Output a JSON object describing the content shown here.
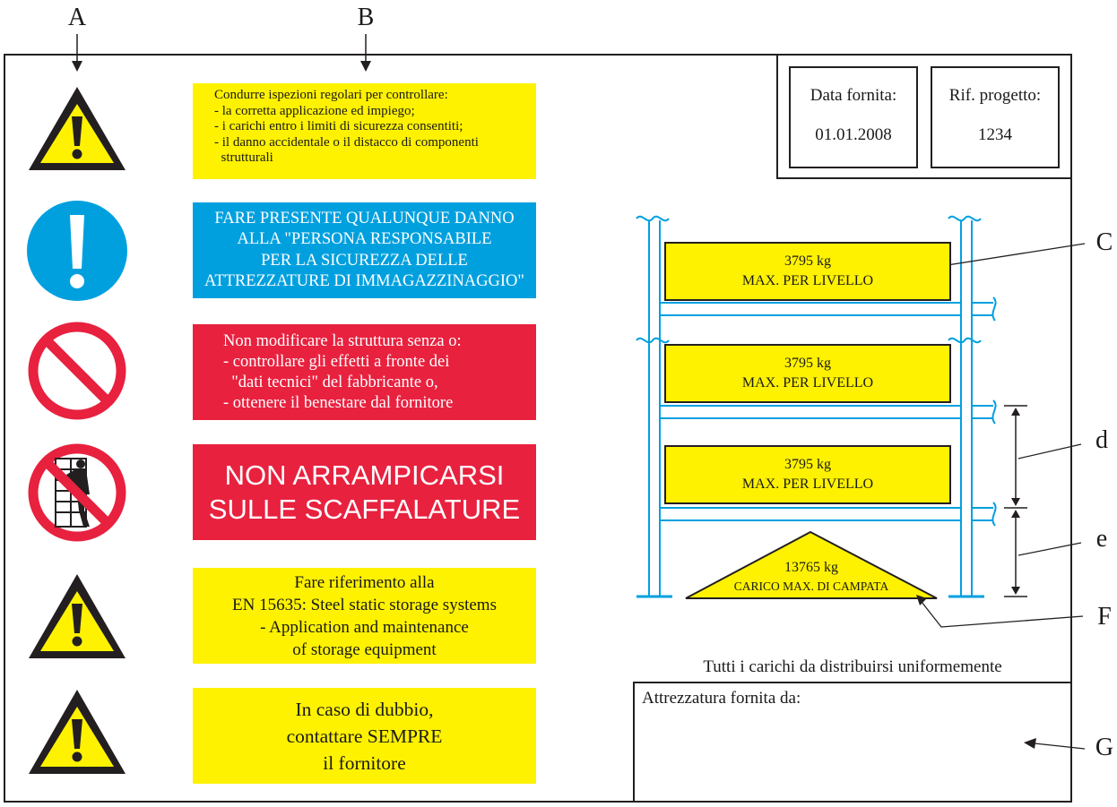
{
  "callouts": {
    "a": "A",
    "b": "B",
    "c": "C",
    "d": "d",
    "e": "e",
    "f": "F",
    "g": "G"
  },
  "info_boxes": {
    "date_label": "Data fornita:",
    "date_value": "01.01.2008",
    "project_label": "Rif. progetto:",
    "project_value": "1234"
  },
  "signs": {
    "inspection": {
      "icon": "warning-triangle-icon",
      "color": "#fff200",
      "lines": [
        "Condurre ispezioni regolari per controllare:",
        "- la corretta applicazione ed impiego;",
        "- i carichi entro i limiti di sicurezza consentiti;",
        "- il danno accidentale o il distacco di componenti",
        "  strutturali"
      ]
    },
    "report": {
      "icon": "mandatory-exclamation-icon",
      "color": "#00a0df",
      "lines": [
        "FARE PRESENTE QUALUNQUE DANNO",
        "ALLA \"PERSONA RESPONSABILE",
        "PER LA SICUREZZA DELLE",
        "ATTREZZATURE DI IMMAGAZZINAGGIO\""
      ]
    },
    "modify": {
      "icon": "prohibition-icon",
      "color": "#e8213f",
      "lines": [
        "Non modificare la struttura senza o:",
        "- controllare gli effetti a fronte dei",
        "  \"dati tecnici\" del fabbricante o,",
        "- ottenere il benestare dal fornitore"
      ]
    },
    "climb": {
      "icon": "no-climbing-icon",
      "color": "#e8213f",
      "lines": [
        "NON ARRAMPICARSI",
        "SULLE SCAFFALATURE"
      ]
    },
    "reference": {
      "icon": "warning-triangle-icon",
      "color": "#fff200",
      "lines": [
        "Fare riferimento alla",
        "EN 15635: Steel static storage systems",
        "- Application and maintenance",
        "of storage equipment"
      ]
    },
    "doubt": {
      "icon": "warning-triangle-icon",
      "color": "#fff200",
      "lines": [
        "In caso di dubbio,",
        "contattare SEMPRE",
        "il fornitore"
      ]
    }
  },
  "rack": {
    "levels": [
      {
        "load": "3795 kg",
        "caption": "MAX. PER LIVELLO"
      },
      {
        "load": "3795 kg",
        "caption": "MAX. PER LIVELLO"
      },
      {
        "load": "3795 kg",
        "caption": "MAX. PER LIVELLO"
      }
    ],
    "bay": {
      "load": "13765 kg",
      "caption": "CARICO MAX. DI CAMPATA"
    },
    "frame_color": "#00a0df",
    "note": "Tutti i carichi da distribuirsi uniformemente"
  },
  "supplier": {
    "label": "Attrezzatura fornita da:"
  }
}
